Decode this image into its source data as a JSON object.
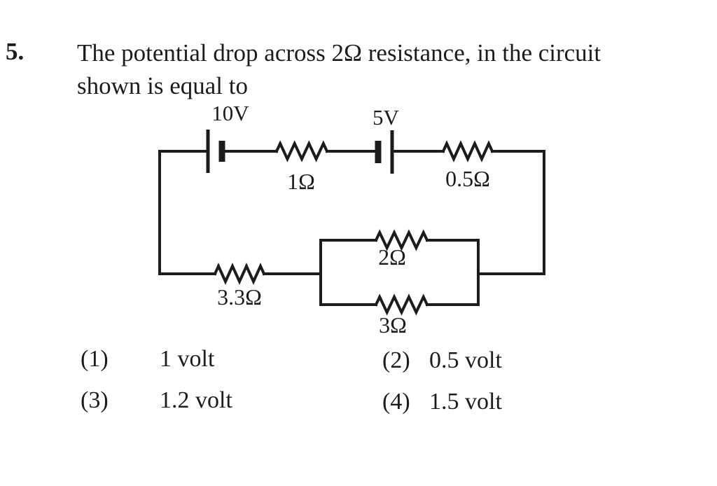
{
  "question": {
    "number": "5.",
    "line1": "The potential drop across 2Ω resistance, in the circuit",
    "line2": "shown is equal to"
  },
  "circuit": {
    "battery_left_label": "10V",
    "battery_right_label": "5V",
    "resistor_top_left_label": "1Ω",
    "resistor_top_right_label": "0.5Ω",
    "resistor_bottom_label": "3.3Ω",
    "parallel_top_label": "2Ω",
    "parallel_bottom_label": "3Ω"
  },
  "options": [
    {
      "marker": "(1)",
      "text": "1 volt"
    },
    {
      "marker": "(2)",
      "text": "0.5 volt"
    },
    {
      "marker": "(3)",
      "text": "1.2 volt"
    },
    {
      "marker": "(4)",
      "text": "1.5 volt"
    }
  ],
  "colors": {
    "ink": "#1c1c1c",
    "background": "#ffffff"
  }
}
